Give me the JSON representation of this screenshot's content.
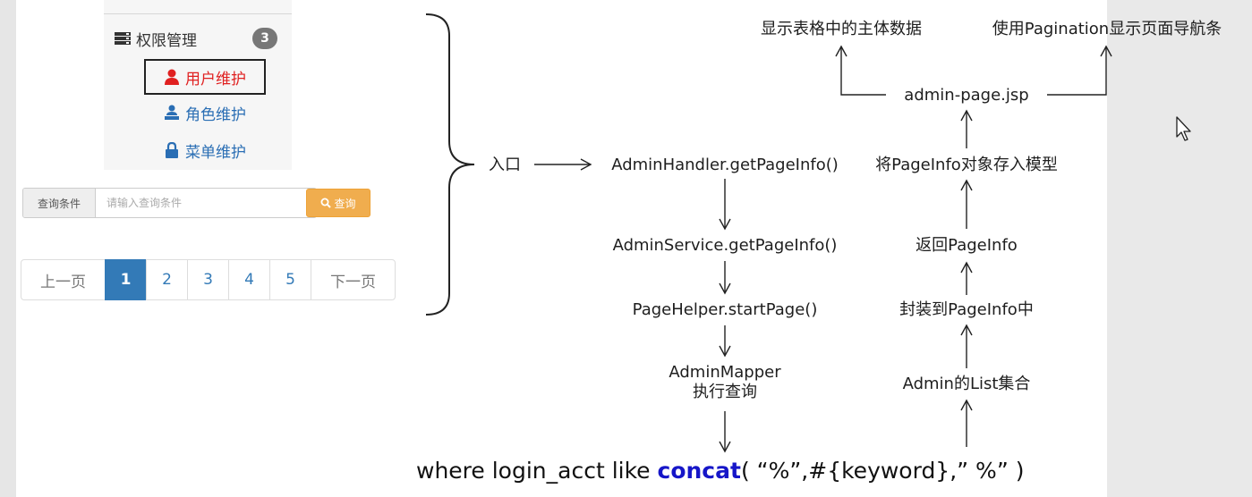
{
  "sidebar": {
    "heading": "权限管理",
    "heading_icon": "server-icon",
    "badge": "3",
    "items": [
      {
        "label": "用户维护",
        "icon": "user-icon",
        "active": true
      },
      {
        "label": "角色维护",
        "icon": "role-icon",
        "active": false
      },
      {
        "label": "菜单维护",
        "icon": "lock-icon",
        "active": false
      }
    ]
  },
  "search": {
    "addon": "查询条件",
    "placeholder": "请输入查询条件",
    "button": "查询",
    "button_icon": "search-icon"
  },
  "pagination": {
    "prev": "上一页",
    "pages": [
      "1",
      "2",
      "3",
      "4",
      "5"
    ],
    "active_page": "1",
    "next": "下一页"
  },
  "flow": {
    "entry": "入口",
    "handler": "AdminHandler.getPageInfo()",
    "service": "AdminService.getPageInfo()",
    "helper": "PageHelper.startPage()",
    "mapper_line1": "AdminMapper",
    "mapper_line2": "执行查询",
    "list": "Admin的List集合",
    "wrap": "封装到PageInfo中",
    "return": "返回PageInfo",
    "store": "将PageInfo对象存入模型",
    "jsp": "admin-page.jsp",
    "show_table": "显示表格中的主体数据",
    "show_nav": "使用Pagination显示页面导航条",
    "sql_prefix": "where login_acct like ",
    "sql_keyword": "concat",
    "sql_suffix": "( “%”,#{keyword},” %” )"
  },
  "colors": {
    "active_item": "#e02020",
    "link": "#2a6eb4",
    "search_button": "#f0ad4e",
    "page_active": "#337ab7",
    "sql_keyword": "#1616c8"
  }
}
